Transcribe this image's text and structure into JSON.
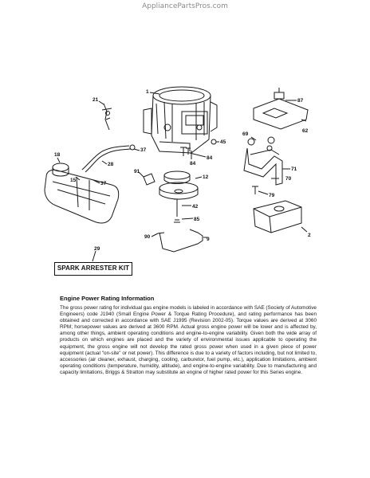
{
  "header": {
    "watermark": "AppliancePartsPros.com"
  },
  "callouts": {
    "p1": "1",
    "p2": "2",
    "p9": "9",
    "p12": "12",
    "p15": "15",
    "p18": "18",
    "p21": "21",
    "p28": "28",
    "p29": "29",
    "p37a": "37",
    "p37b": "37",
    "p42": "42",
    "p45": "45",
    "p62": "62",
    "p69": "69",
    "p70": "70",
    "p71": "71",
    "p79": "79",
    "p84a": "84",
    "p84b": "84",
    "p85": "85",
    "p87": "87",
    "p90": "90",
    "p91": "91"
  },
  "kit_label": "SPARK ARRESTER KIT",
  "info": {
    "title": "Engine Power Rating Information",
    "body": "The gross power rating for individual gas engine models is labeled in accordance with SAE (Society of Automotive Engineers) code J1940 (Small Engine Power & Torque Rating Procedure), and rating performance has been obtained and corrected in accordance with SAE J1995 (Revision 2002-05). Torque values are derived at 3060 RPM; horsepower values are derived at 3600 RPM. Actual gross engine power will be lower and is affected by, among other things, ambient operating conditions and engine-to-engine variability. Given both the wide array of products on which engines are placed and the variety of environmental issues applicable to operating the equipment, the gross engine will not develop the rated gross power when used in a given piece of power equipment (actual \"on-site\" or net power). This difference is due to a variety of factors including, but not limited to, accessories (air cleaner, exhaust, charging, cooling, carburetor, fuel pump, etc.), application limitations, ambient operating conditions (temperature, humidity, altitude), and engine-to-engine variability. Due to manufacturing and capacity limitations, Briggs & Stratton may substitute an engine of higher rated power for this Series engine."
  }
}
